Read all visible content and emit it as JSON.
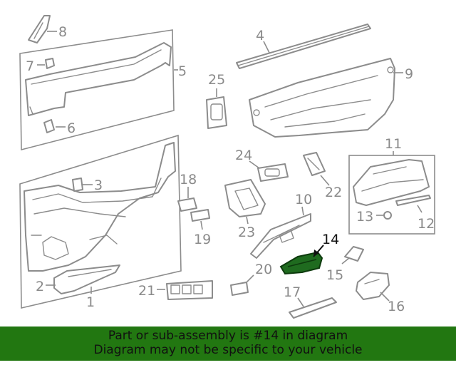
{
  "diagram": {
    "highlight_color": "#1f6b1f",
    "callouts": {
      "c1": "1",
      "c2": "2",
      "c3": "3",
      "c4": "4",
      "c5": "5",
      "c6": "6",
      "c7": "7",
      "c8": "8",
      "c9": "9",
      "c10": "10",
      "c11": "11",
      "c12": "12",
      "c13": "13",
      "c14": "14",
      "c15": "15",
      "c16": "16",
      "c17": "17",
      "c18": "18",
      "c19": "19",
      "c20": "20",
      "c21": "21",
      "c22": "22",
      "c23": "23",
      "c24": "24",
      "c25": "25"
    }
  },
  "footer": {
    "background": "#227711",
    "line1": "Part or sub-assembly is #14 in diagram",
    "line2": "Diagram may not be specific to your vehicle"
  }
}
